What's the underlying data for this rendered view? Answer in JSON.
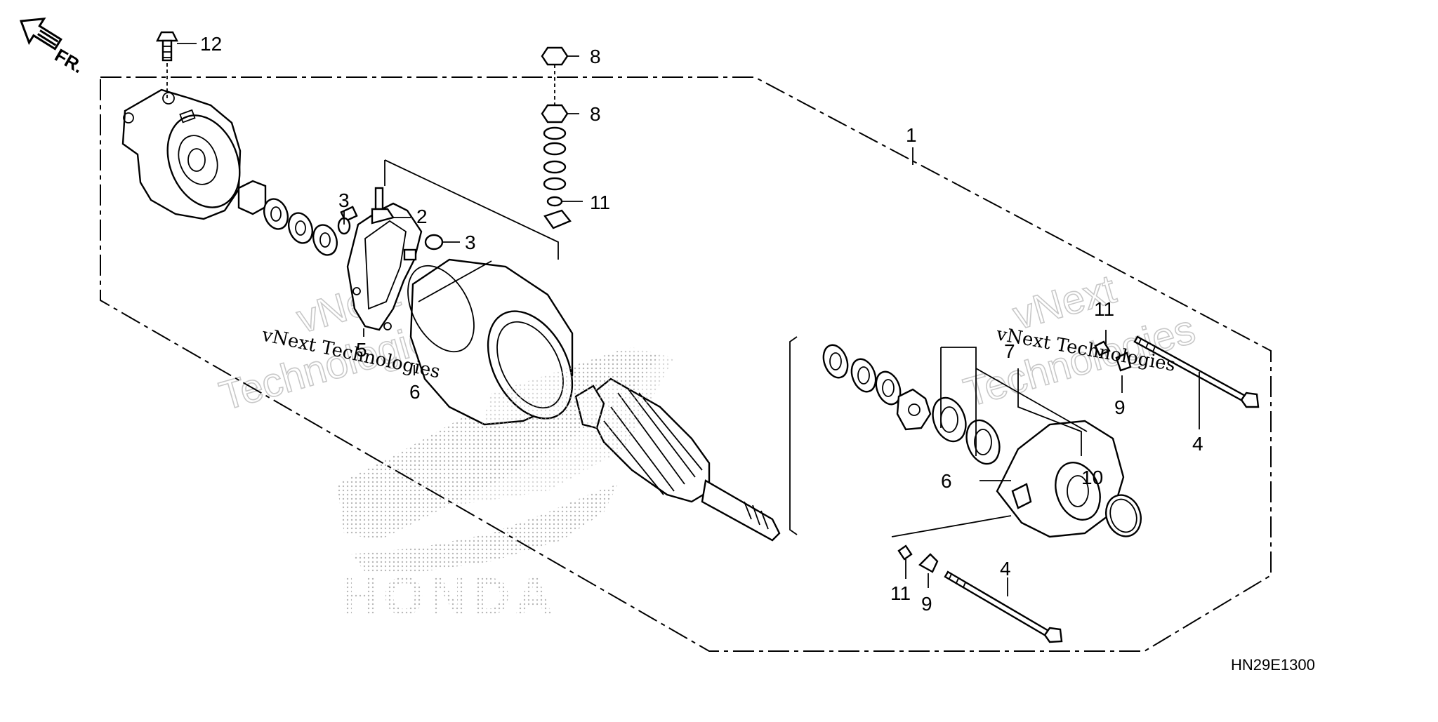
{
  "direction_label": "FR.",
  "diagram_code": "HN29E1300",
  "brand_watermark": "HONDA",
  "watermark_text": "vNext Technologies",
  "watermark_words": [
    "vNext",
    "Technologies"
  ],
  "callouts": [
    {
      "id": "c1",
      "text": "1"
    },
    {
      "id": "c2",
      "text": "2"
    },
    {
      "id": "c3a",
      "text": "3"
    },
    {
      "id": "c3b",
      "text": "3"
    },
    {
      "id": "c4a",
      "text": "4"
    },
    {
      "id": "c4b",
      "text": "4"
    },
    {
      "id": "c5",
      "text": "5"
    },
    {
      "id": "c6a",
      "text": "6"
    },
    {
      "id": "c6b",
      "text": "6"
    },
    {
      "id": "c7",
      "text": "7"
    },
    {
      "id": "c8a",
      "text": "8"
    },
    {
      "id": "c8b",
      "text": "8"
    },
    {
      "id": "c9a",
      "text": "9"
    },
    {
      "id": "c9b",
      "text": "9"
    },
    {
      "id": "c10",
      "text": "10"
    },
    {
      "id": "c11a",
      "text": "11"
    },
    {
      "id": "c11b",
      "text": "11"
    },
    {
      "id": "c11c",
      "text": "11"
    },
    {
      "id": "c12",
      "text": "12"
    }
  ],
  "colors": {
    "line": "#000000",
    "background": "#ffffff",
    "watermark": "#c8c8c8"
  }
}
